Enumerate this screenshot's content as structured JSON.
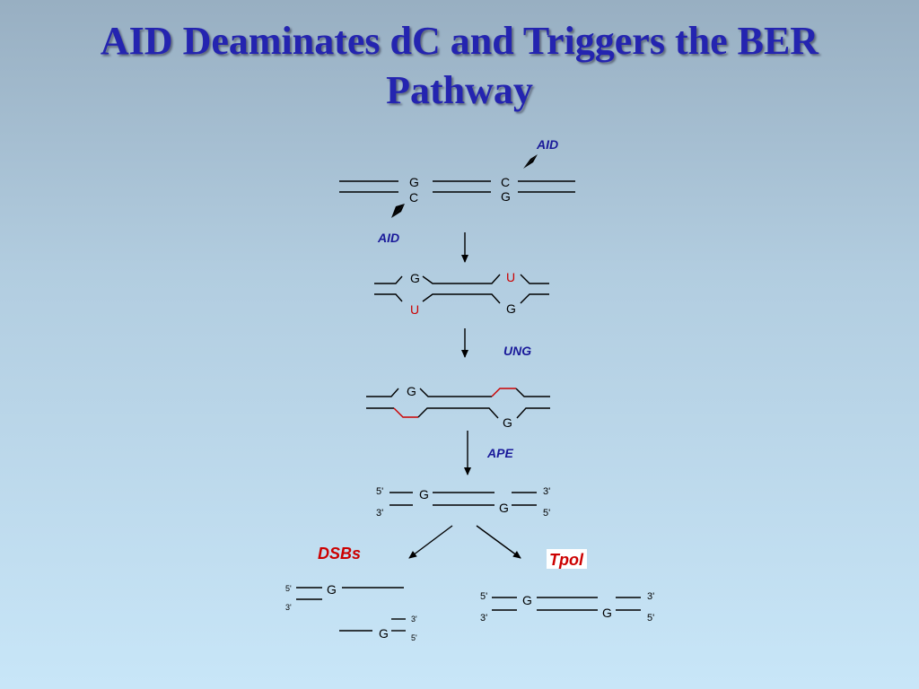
{
  "slide": {
    "title_line1": "AID Deaminates dC and Triggers the BER",
    "title_line2": "Pathway"
  },
  "enzymes": {
    "aid_top": "AID",
    "aid_left": "AID",
    "ung": "UNG",
    "ape": "APE"
  },
  "outcomes": {
    "dsbs": "DSBs",
    "tpol": "Tpol"
  },
  "bases": {
    "g": "G",
    "c": "C",
    "u": "U"
  },
  "ends": {
    "five": "5'",
    "three": "3'"
  },
  "colors": {
    "title": "#2424b0",
    "enzyme_label": "#1a1a9a",
    "uracil": "#cc0000",
    "dsbs_label": "#cc0000"
  }
}
